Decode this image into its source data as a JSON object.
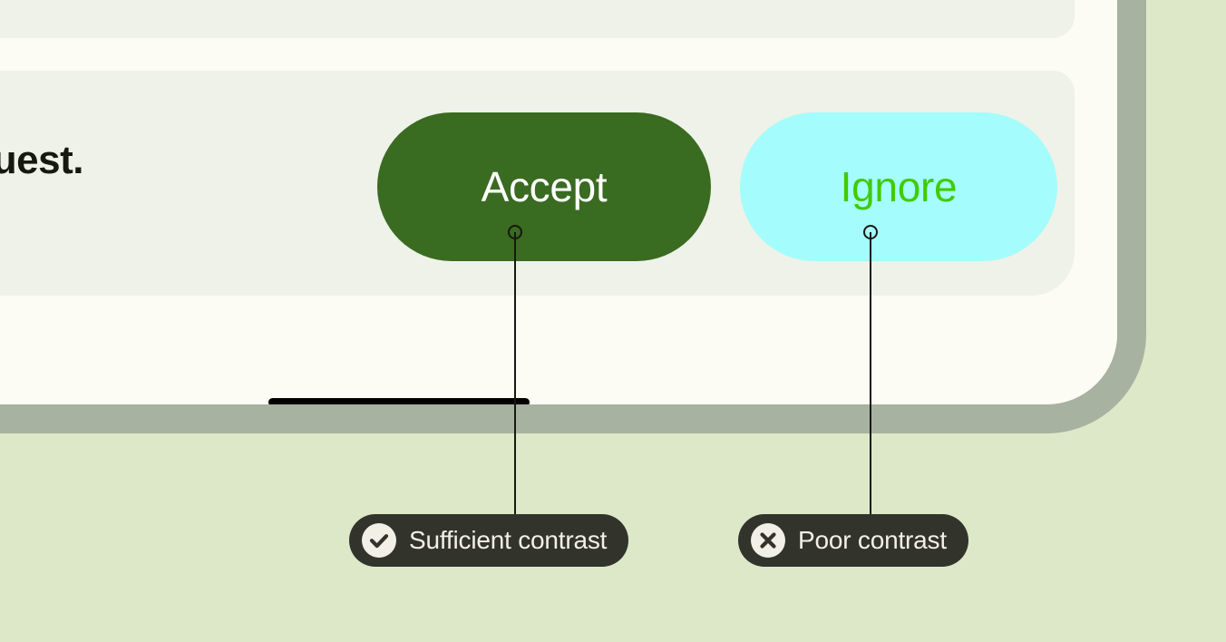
{
  "colors": {
    "page_background": "#dde8c9",
    "device_border": "#a7b2a0",
    "device_screen": "#fdfcf4",
    "panel": "#eef2e8",
    "accept_button_bg": "#396b21",
    "accept_button_text": "#ffffff",
    "ignore_button_bg": "#a5fcfc",
    "ignore_button_text": "#3fcc02",
    "badge_bg": "#32332b",
    "badge_text": "#f2f0e6",
    "leader_line": "#17190f",
    "body_text": "#17190f"
  },
  "screen": {
    "message_text": "a request.",
    "actions": [
      {
        "id": "accept",
        "label": "Accept",
        "icon": "none"
      },
      {
        "id": "ignore",
        "label": "Ignore",
        "icon": "none"
      }
    ],
    "home_indicator": "home-indicator-bar"
  },
  "annotations": [
    {
      "id": "accept-annotation",
      "label": "Sufficient contrast",
      "icon": "check-circle-icon",
      "target": "accept"
    },
    {
      "id": "ignore-annotation",
      "label": "Poor contrast",
      "icon": "x-circle-icon",
      "target": "ignore"
    }
  ]
}
